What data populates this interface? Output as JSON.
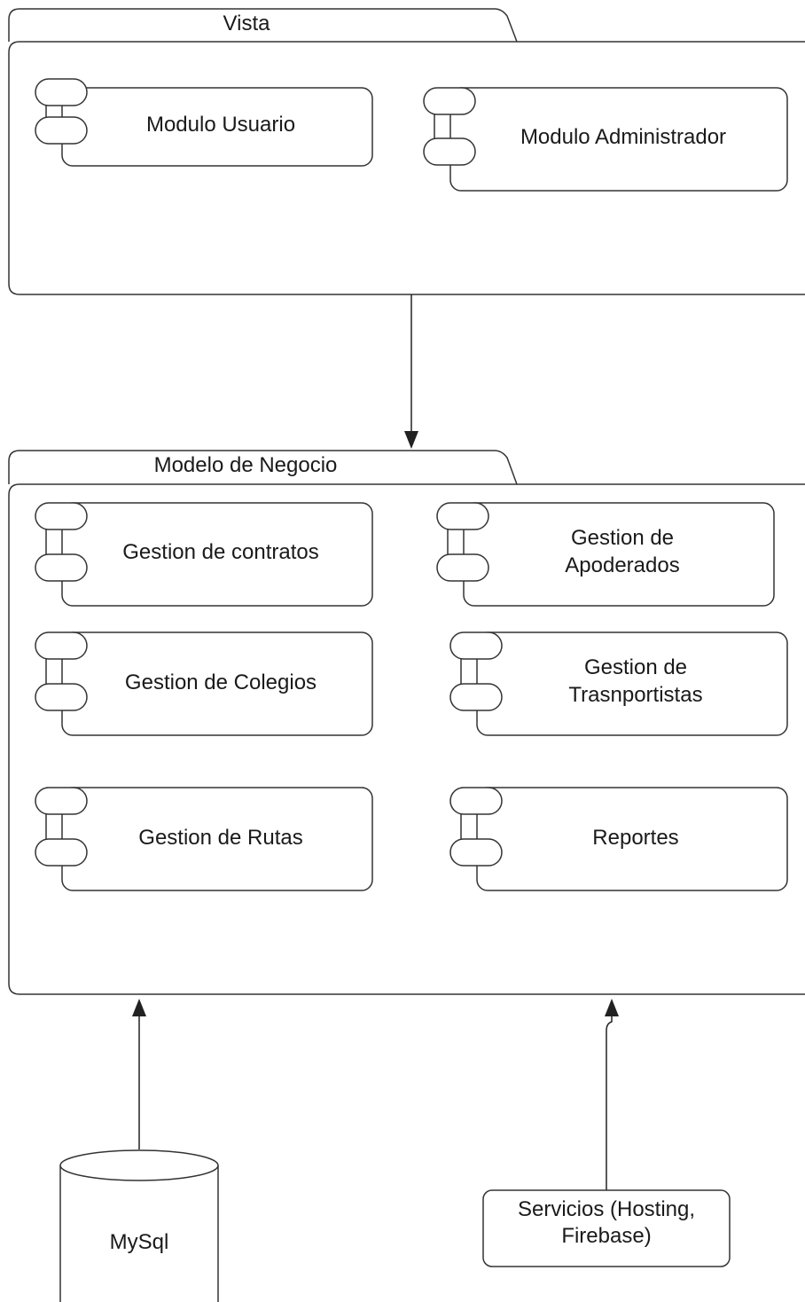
{
  "packages": {
    "vista": {
      "label": "Vista"
    },
    "modelo": {
      "label": "Modelo de Negocio"
    }
  },
  "components": {
    "modulo_usuario": [
      "Modulo Usuario"
    ],
    "modulo_administrador": [
      "Modulo Administrador"
    ],
    "gestion_contratos": [
      "Gestion de contratos"
    ],
    "gestion_apoderados": [
      "Gestion de",
      "Apoderados"
    ],
    "gestion_colegios": [
      "Gestion de Colegios"
    ],
    "gestion_trasnportistas": [
      "Gestion de",
      "Trasnportistas"
    ],
    "gestion_rutas": [
      "Gestion de Rutas"
    ],
    "reportes": [
      "Reportes"
    ]
  },
  "database": {
    "label": "MySql"
  },
  "servicios": {
    "lines": [
      "Servicios (Hosting,",
      "Firebase)"
    ]
  },
  "colors": {
    "stroke": "#333333",
    "text": "#1a1a1a",
    "background": "#ffffff"
  }
}
